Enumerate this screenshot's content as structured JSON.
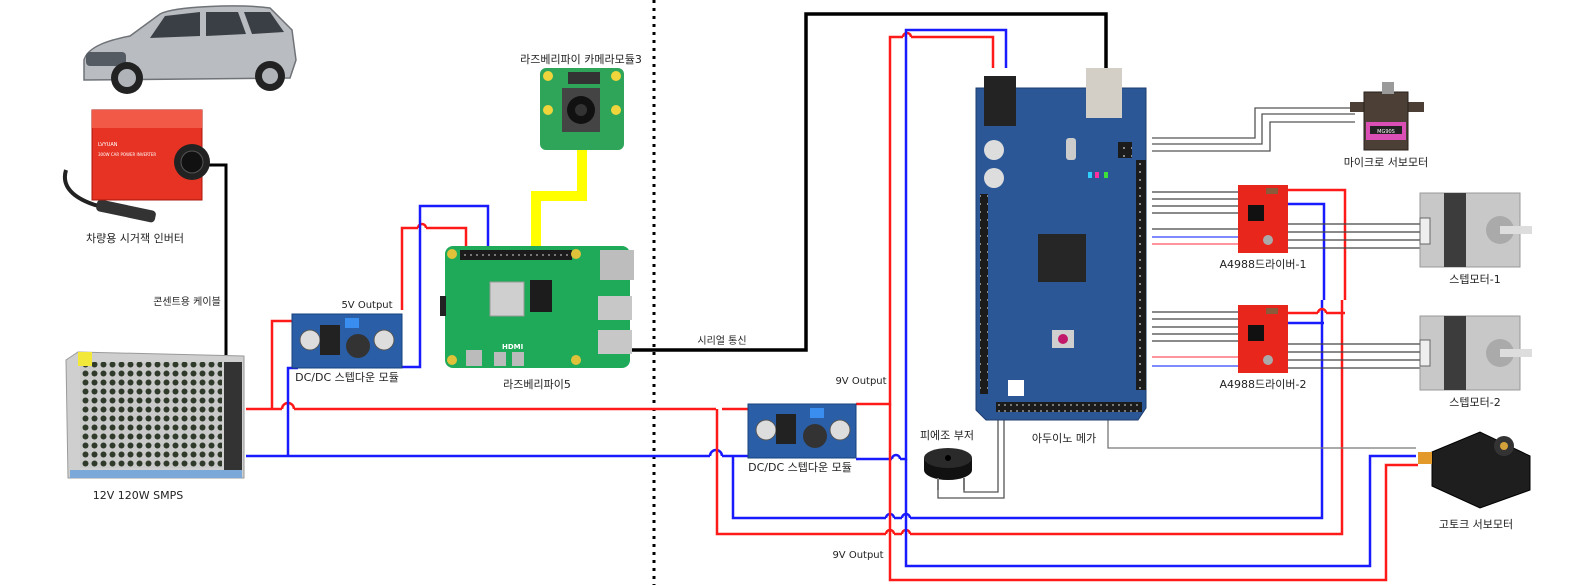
{
  "diagram": {
    "title": "",
    "divider": "dotted-vertical",
    "components": {
      "car": {
        "label": "",
        "icon": "car-icon"
      },
      "inverter": {
        "label": "차량용 시거잭 인버터",
        "icon": "car-inverter-icon"
      },
      "outlet_cable": {
        "label": "콘센트용 케이블"
      },
      "smps": {
        "label": "12V 120W SMPS",
        "icon": "power-supply-icon"
      },
      "buck_5v": {
        "label": "DC/DC 스텝다운 모듈",
        "output_label": "5V Output",
        "icon": "buck-converter-icon"
      },
      "rpi_camera": {
        "label": "라즈베리파이 카메라모듈3",
        "icon": "camera-module-icon"
      },
      "rpi5": {
        "label": "라즈베리파이5",
        "icon": "raspberry-pi-icon"
      },
      "serial": {
        "label": "시리얼 통신"
      },
      "buck_9v": {
        "label": "DC/DC 스텝다운 모듈",
        "output_label_top": "9V Output",
        "output_label_bottom": "9V Output",
        "icon": "buck-converter-icon"
      },
      "piezo": {
        "label": "피에조 부저",
        "icon": "buzzer-icon"
      },
      "arduino": {
        "label": "아두이노 메가",
        "icon": "arduino-mega-icon"
      },
      "micro_servo": {
        "label": "마이크로 서보모터",
        "model": "MG90S",
        "icon": "micro-servo-icon"
      },
      "driver1": {
        "label": "A4988드라이버-1",
        "icon": "stepper-driver-icon"
      },
      "driver2": {
        "label": "A4988드라이버-2",
        "icon": "stepper-driver-icon"
      },
      "stepper1": {
        "label": "스텝모터-1",
        "icon": "stepper-motor-icon"
      },
      "stepper2": {
        "label": "스텝모터-2",
        "icon": "stepper-motor-icon"
      },
      "high_torque_servo": {
        "label": "고토크 서보모터",
        "icon": "servo-motor-icon"
      }
    },
    "wire_colors": {
      "positive": "#ff1a1a",
      "negative": "#1a1aff",
      "signal": "#000000",
      "camera_ribbon": "#ffff00",
      "data": "#555555"
    },
    "board_colors": {
      "arduino": "#2b5797",
      "rpi": "#1faa59",
      "driver": "#e8261c",
      "buck": "#2a5fa8"
    }
  }
}
